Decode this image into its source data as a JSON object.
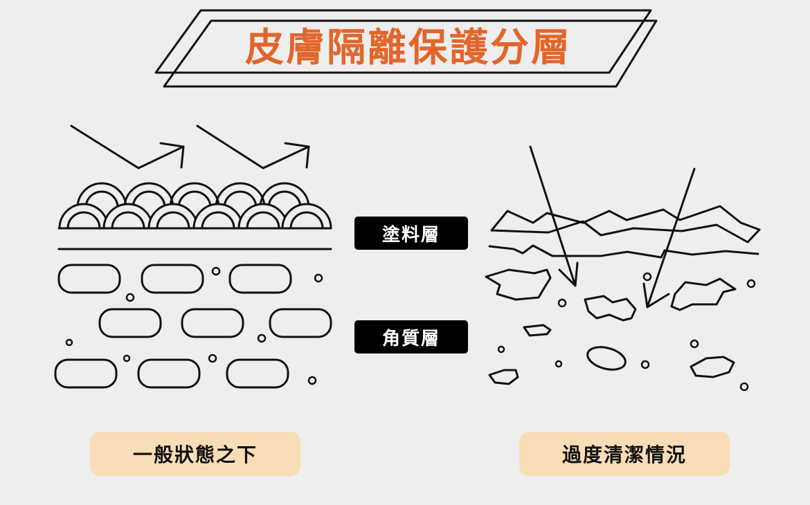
{
  "title": "皮膚隔離保護分層",
  "labels": {
    "coating_layer": "塗料層",
    "stratum_corneum": "角質層"
  },
  "states": {
    "normal": "一般狀態之下",
    "over_cleansed": "過度清潔情況"
  },
  "colors": {
    "background": "#efeeee",
    "title": "#e2662a",
    "ink": "#111111",
    "label_fill": "#000000",
    "state_fill": "#f8ddb6"
  }
}
